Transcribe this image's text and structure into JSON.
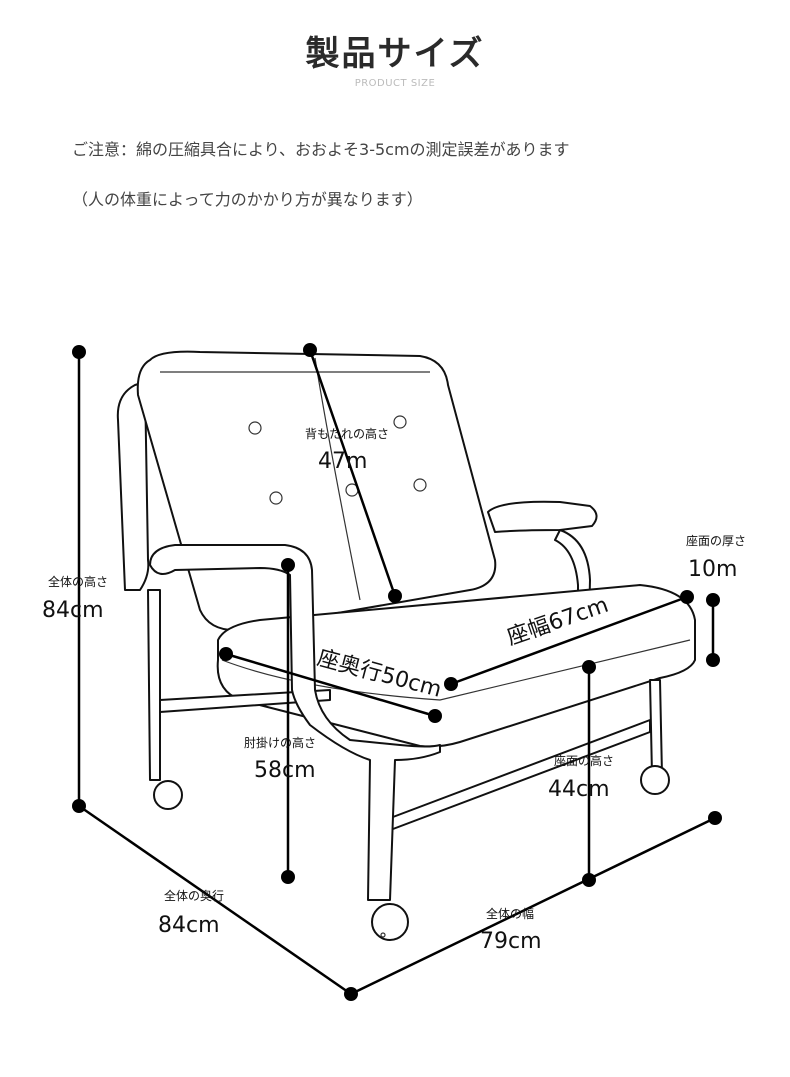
{
  "header": {
    "title": "製品サイズ",
    "subtitle": "PRODUCT SIZE"
  },
  "notes": {
    "line1": "ご注意：綿の圧縮具合により、おおよそ3-5cmの測定誤差があります",
    "line2": "（人の体重によって力のかかり方が異なります）"
  },
  "dimensions": {
    "back_height": {
      "label": "背もたれの高さ",
      "value": "47m"
    },
    "seat_thickness": {
      "label": "座面の厚さ",
      "value": "10m"
    },
    "total_height": {
      "label": "全体の高さ",
      "value": "84cm"
    },
    "seat_width": {
      "value": "座幅67cm"
    },
    "seat_depth": {
      "value": "座奥行50cm"
    },
    "armrest_height": {
      "label": "肘掛けの高さ",
      "value": "58cm"
    },
    "seat_height": {
      "label": "座面の高さ",
      "value": "44cm"
    },
    "total_depth": {
      "label": "全体の奥行",
      "value": "84cm"
    },
    "total_width": {
      "label": "全体の幅",
      "value": "79cm"
    }
  }
}
